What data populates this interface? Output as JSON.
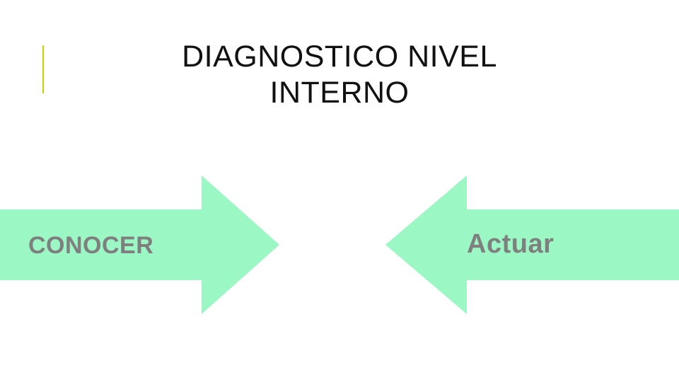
{
  "slide": {
    "title_line1": "DIAGNOSTICO NIVEL",
    "title_line2": "INTERNO",
    "accent_color": "#c8d400",
    "background_color": "#ffffff"
  },
  "diagram": {
    "type": "two-arrows",
    "arrow_fill": "#9bf7c4",
    "label_color": "#7f7f7f",
    "arrows": [
      {
        "name": "arrow-right",
        "direction": "right",
        "label": "CONOCER"
      },
      {
        "name": "arrow-left",
        "direction": "left",
        "label": "Actuar"
      }
    ]
  }
}
